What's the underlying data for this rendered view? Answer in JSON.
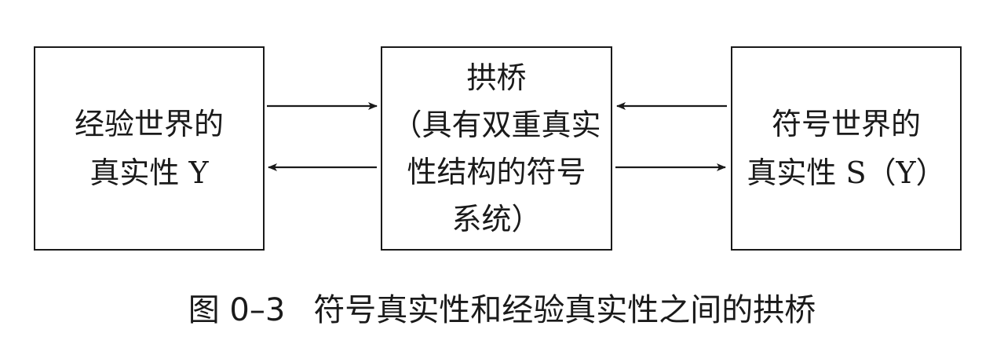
{
  "diagram": {
    "left_box": {
      "lines": [
        "经验世界的",
        "真实性 Y"
      ]
    },
    "middle_box": {
      "lines": [
        "拱桥",
        "（具有双重真实",
        "性结构的符号",
        "系统）"
      ]
    },
    "right_box": {
      "lines": [
        "符号世界的",
        "真实性 S（Y）"
      ]
    },
    "edges": [
      {
        "from": "left_box",
        "to": "middle_box"
      },
      {
        "from": "middle_box",
        "to": "left_box"
      },
      {
        "from": "right_box",
        "to": "middle_box"
      },
      {
        "from": "middle_box",
        "to": "right_box"
      }
    ],
    "colors": {
      "stroke": "#1a1a1a"
    }
  },
  "caption": {
    "number": "图 0–3",
    "text": "符号真实性和经验真实性之间的拱桥"
  }
}
